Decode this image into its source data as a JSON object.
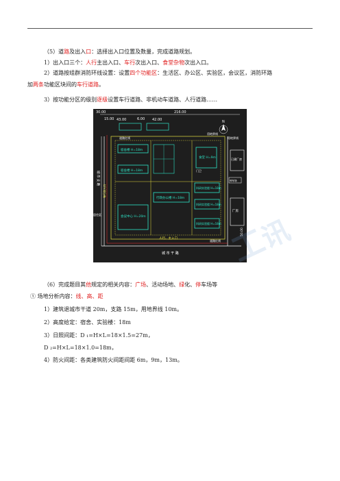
{
  "lines": [
    {
      "name": "para-5-title",
      "segs": [
        [
          "（5）道",
          ""
        ],
        [
          "路",
          "red"
        ],
        [
          "及出入",
          ""
        ],
        [
          "口",
          "red"
        ],
        [
          "：选择出入口位置及数量，完成道路规划。",
          ""
        ]
      ]
    },
    {
      "name": "para-5-item-1",
      "segs": [
        [
          "1）出入口三个：",
          ""
        ],
        [
          "人行",
          "red"
        ],
        [
          "主出入口、",
          ""
        ],
        [
          "车行",
          "red"
        ],
        [
          "次出入口、",
          ""
        ],
        [
          "食堂杂物",
          "red"
        ],
        [
          "次出入口。",
          ""
        ]
      ]
    },
    {
      "name": "para-5-item-2a",
      "segs": [
        [
          "2）道路按组群消防环线设置：设置",
          ""
        ],
        [
          "四个功能区",
          "red"
        ],
        [
          "：生活区、办公区、实验区，会议区，消防环路",
          ""
        ]
      ]
    },
    {
      "name": "para-5-item-2b",
      "segs": [
        [
          "加",
          ""
        ],
        [
          "两条",
          "red"
        ],
        [
          "功能区块间的",
          ""
        ],
        [
          "车行道路",
          "red"
        ],
        [
          "。",
          ""
        ]
      ]
    },
    {
      "name": "para-5-item-3",
      "segs": [
        [
          "3）按功能分区的级别",
          ""
        ],
        [
          "逐级",
          "red"
        ],
        [
          "设置车行道路、非机动车道路、人行道路……",
          ""
        ]
      ]
    },
    {
      "name": "para-6-title",
      "segs": [
        [
          "（6）完成题目其",
          ""
        ],
        [
          "他",
          "red"
        ],
        [
          "规定的相关内容：",
          ""
        ],
        [
          "广场",
          "red"
        ],
        [
          "、活动场地、",
          ""
        ],
        [
          "绿",
          "red"
        ],
        [
          "化、",
          ""
        ],
        [
          "停",
          "red"
        ],
        [
          "车场等",
          ""
        ]
      ]
    },
    {
      "name": "para-6-sub-1",
      "segs": [
        [
          "① 场地分析内容：",
          ""
        ],
        [
          "线、高、距",
          "red"
        ]
      ]
    },
    {
      "name": "para-6-item-1",
      "segs": [
        [
          "1）建筑退城市干道 20m，支路 15m，用地界线 10m。",
          ""
        ]
      ]
    },
    {
      "name": "para-6-item-2",
      "segs": [
        [
          "2）高度给定：宿舍、实验楼：18m",
          ""
        ]
      ]
    },
    {
      "name": "para-6-item-3",
      "segs": [
        [
          "3）日照间距：D ₁=H×L=18×1.5=27m，",
          ""
        ]
      ]
    },
    {
      "name": "para-6-item-3b",
      "segs": [
        [
          "D ₂=H×L=18×1.0=18m，",
          ""
        ]
      ]
    },
    {
      "name": "para-6-item-4",
      "segs": [
        [
          "4）防火间距：各类建筑防火间距间距 6m，9m，13m。",
          ""
        ]
      ]
    }
  ],
  "plan": {
    "dims": {
      "left": "30.00",
      "total": "216.00",
      "a": "15.00",
      "b": "43.00",
      "c": "6.00",
      "d": "42.00",
      "right": "50.00"
    },
    "labels": {
      "road_red_line": "道路红线",
      "site_line": "用地界线",
      "site_line_2": "用地界线",
      "road_red_line_2": "道路红线",
      "north": "N",
      "city_arterial": "城 市 干 路",
      "city_branch": "城 市 支 路",
      "parking": "停车场",
      "main_gate": "人行、主入口",
      "side_gate": "车行次入口",
      "factory_existing": "已建厂房",
      "factory": "厂房",
      "residential": "居住区",
      "dorm1": "宿舍楼 H=18m",
      "dorm2": "宿舍楼 H=18m",
      "canteen": "食堂 H=9m",
      "office": "行政办公楼 H=18m",
      "conference": "会议中心 H=20m",
      "lab1": "科研实验楼 H=18m",
      "lab2": "科研实验楼 H=18m",
      "lab3": "科研实验楼 H=18m",
      "gate_house": "门卫",
      "car_entrance": "车行入口",
      "logo_text": "工讯"
    },
    "colors": {
      "bg": "#1e1e1e",
      "building": "#2ee6c8",
      "site": "#e6e040",
      "road": "#ffffff",
      "red": "#ff3030"
    }
  }
}
